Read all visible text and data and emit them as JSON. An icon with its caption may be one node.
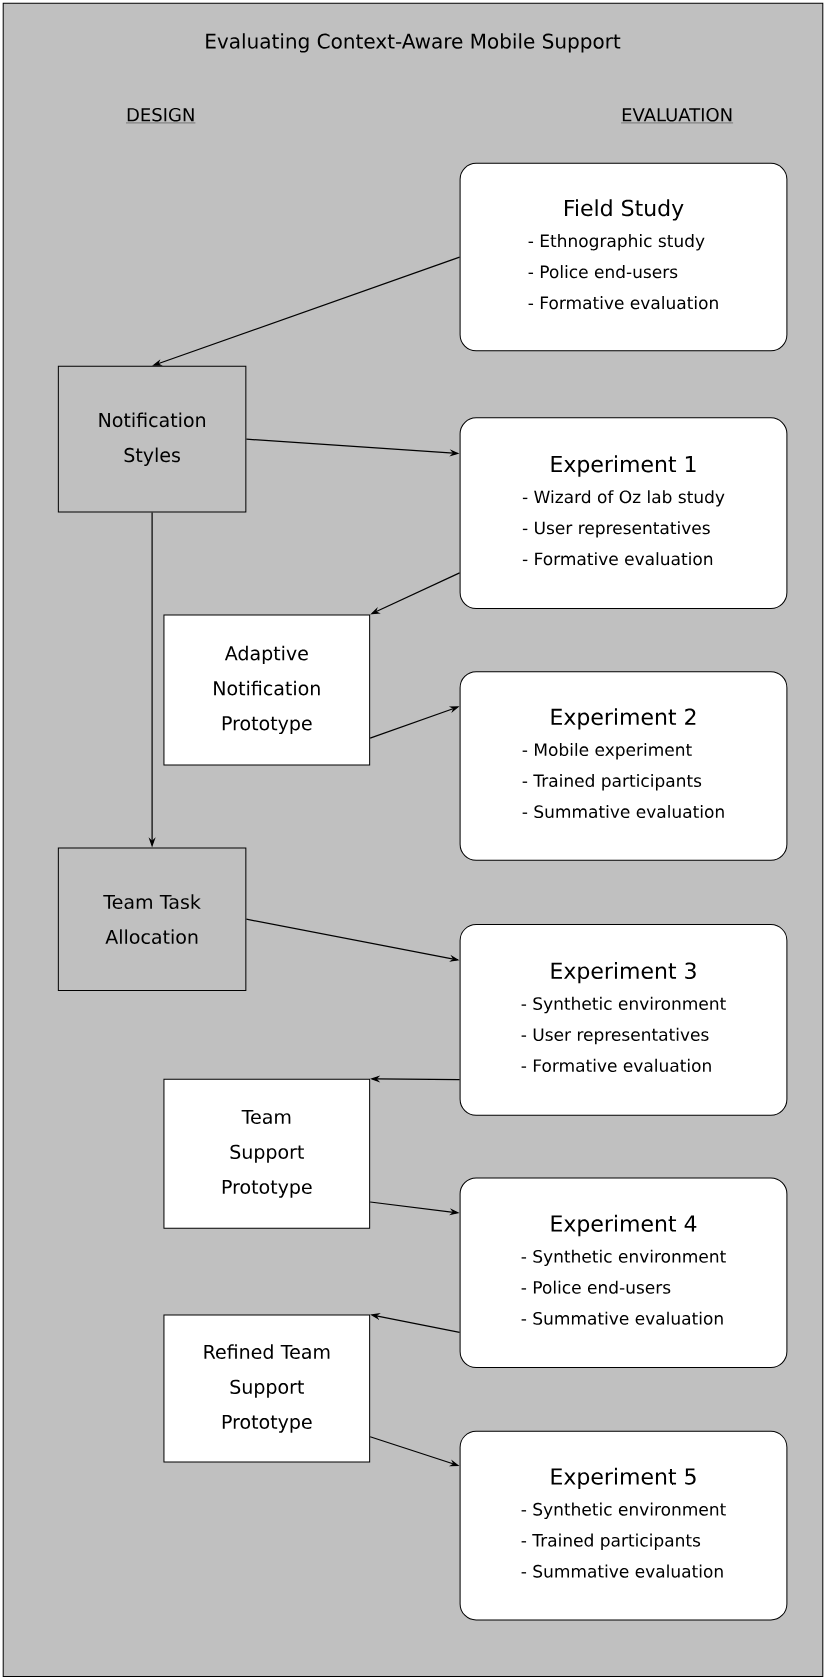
{
  "diagram": {
    "title": "Evaluating Context-Aware Mobile Support",
    "nodes": [
      {
        "text": [
          "Field Study",
          "- Ethnographic study",
          "- Police end-users",
          "- Formative evaluation"
        ]
      },
      {
        "text": [
          "Notification Styles"
        ]
      },
      {
        "text": [
          "Experiment 1",
          "- Wizard of Oz lab study",
          "- User representatives",
          "- Formative evaluation"
        ]
      },
      {
        "text": [
          "Adaptive Notification Prototype"
        ]
      },
      {
        "text": [
          "Experiment 2",
          "- Mobile experiment",
          "- Trained participants",
          "- Summative evaluation"
        ]
      },
      {
        "text": [
          "Team Task Allocation"
        ]
      },
      {
        "text": [
          "Experiment 3",
          "- Synthetic environment",
          "- User representatives",
          "- Formative evaluation"
        ]
      },
      {
        "text": [
          "Team Support Prototype"
        ]
      },
      {
        "text": [
          "Experiment 4",
          "- Synthetic environment",
          "- Police end-users",
          "- Summative evaluation"
        ]
      },
      {
        "text": [
          "Refined Team Support Prototype"
        ]
      },
      {
        "text": [
          "Experiment 5",
          "- Synthetic environment",
          "- Trained participants",
          "- Summative evaluation"
        ]
      }
    ],
    "edges": [
      {
        "from": 0,
        "to": 1,
        "arrow": "to"
      },
      {
        "from": 1,
        "to": 2,
        "arrow": "to"
      },
      {
        "from": 1,
        "to": 5,
        "arrow": "to"
      },
      {
        "from": 2,
        "to": 3,
        "arrow": "to"
      },
      {
        "from": 3,
        "to": 4,
        "arrow": "to"
      },
      {
        "from": 5,
        "to": 6,
        "arrow": "to"
      },
      {
        "from": 6,
        "to": 7,
        "arrow": "to"
      },
      {
        "from": 7,
        "to": 8,
        "arrow": "to"
      },
      {
        "from": 8,
        "to": 9,
        "arrow": "to"
      },
      {
        "from": 9,
        "to": 10,
        "arrow": "to"
      }
    ],
    "labels": [
      "DESIGN",
      "EVALUATION"
    ]
  }
}
